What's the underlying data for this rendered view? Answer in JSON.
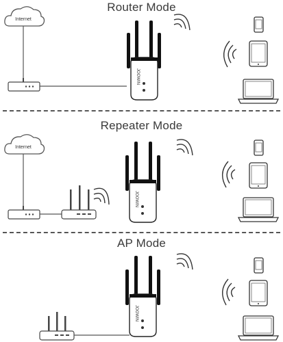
{
  "modes": [
    {
      "title": "Router Mode",
      "cloud_label": "Internet",
      "brand": "JOOWIN"
    },
    {
      "title": "Repeater Mode",
      "cloud_label": "Internet",
      "brand": "JOOWIN"
    },
    {
      "title": "AP Mode",
      "brand": "JOOWIN"
    }
  ]
}
